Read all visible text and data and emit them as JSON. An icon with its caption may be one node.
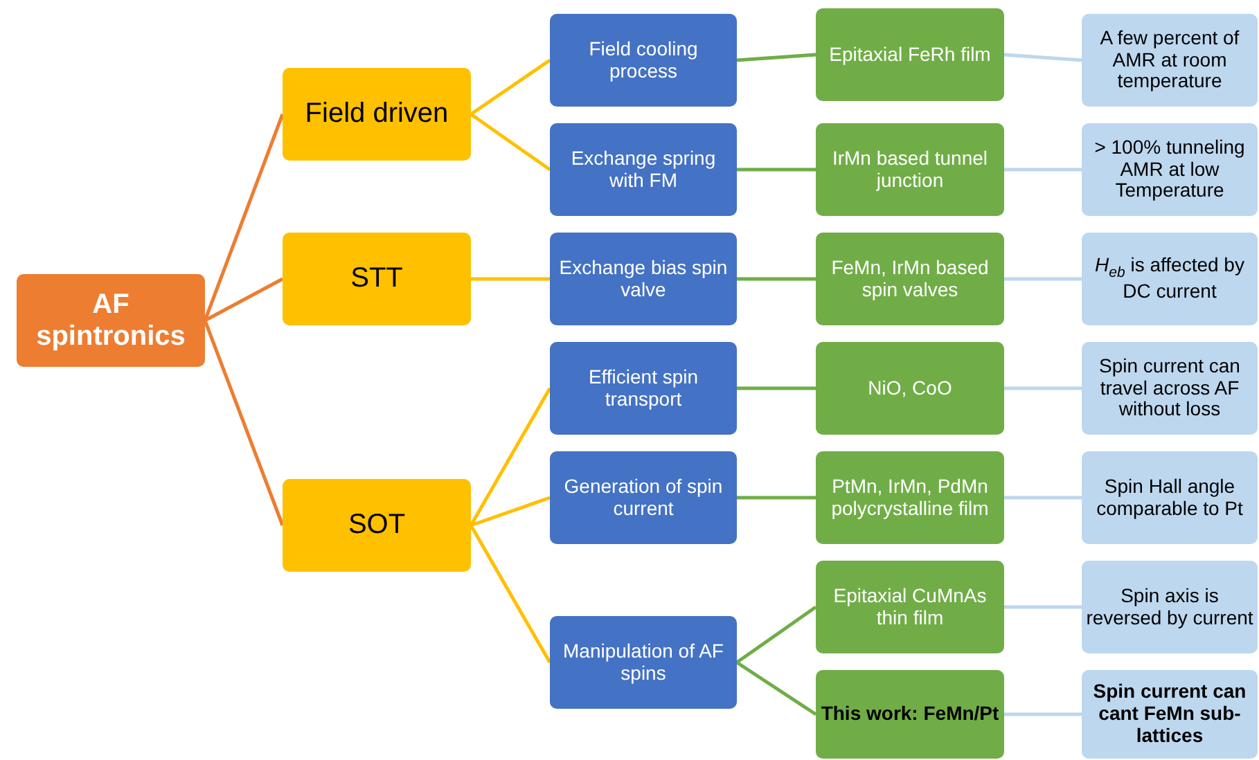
{
  "diagram": {
    "nodes": [
      {
        "text": [
          "AF spintronics"
        ]
      },
      {
        "text": [
          "Field driven"
        ]
      },
      {
        "text": [
          "STT"
        ]
      },
      {
        "text": [
          "SOT"
        ]
      },
      {
        "text": [
          "Field cooling process"
        ]
      },
      {
        "text": [
          "Exchange spring with FM"
        ]
      },
      {
        "text": [
          "Exchange bias spin valve"
        ]
      },
      {
        "text": [
          "Efficient spin transport"
        ]
      },
      {
        "text": [
          "Generation of spin current"
        ]
      },
      {
        "text": [
          "Manipulation of AF spins"
        ]
      },
      {
        "text": [
          "Epitaxial FeRh film"
        ]
      },
      {
        "text": [
          "IrMn based tunnel junction"
        ]
      },
      {
        "text": [
          "FeMn, IrMn based spin valves"
        ]
      },
      {
        "text": [
          "NiO, CoO"
        ]
      },
      {
        "text": [
          "PtMn, IrMn, PdMn polycrystalline film"
        ]
      },
      {
        "text": [
          "Epitaxial CuMnAs thin film"
        ]
      },
      {
        "text": [
          "This work: FeMn/Pt"
        ]
      },
      {
        "text": [
          "A few percent of AMR at room temperature"
        ]
      },
      {
        "text": [
          "> 100% tunneling AMR at low Temperature"
        ]
      },
      {
        "text": [
          "*H*$_{eb}$ is affected by DC current"
        ]
      },
      {
        "text": [
          "Spin current can travel across AF without loss"
        ]
      },
      {
        "text": [
          "Spin Hall angle comparable to Pt"
        ]
      },
      {
        "text": [
          "Spin axis is reversed by current"
        ]
      },
      {
        "text": [
          "Spin current can cant FeMn sub-lattices"
        ]
      }
    ],
    "edges": [
      {
        "from": 0,
        "to": 1,
        "arrow": "none",
        "color": "#ed7d31"
      },
      {
        "from": 0,
        "to": 2,
        "arrow": "none",
        "color": "#ed7d31"
      },
      {
        "from": 0,
        "to": 3,
        "arrow": "none",
        "color": "#ed7d31"
      },
      {
        "from": 1,
        "to": 4,
        "arrow": "none",
        "color": "#ffc000"
      },
      {
        "from": 1,
        "to": 5,
        "arrow": "none",
        "color": "#ffc000"
      },
      {
        "from": 2,
        "to": 6,
        "arrow": "none",
        "color": "#ffc000"
      },
      {
        "from": 3,
        "to": 7,
        "arrow": "none",
        "color": "#ffc000"
      },
      {
        "from": 3,
        "to": 8,
        "arrow": "none",
        "color": "#ffc000"
      },
      {
        "from": 3,
        "to": 9,
        "arrow": "none",
        "color": "#ffc000"
      },
      {
        "from": 4,
        "to": 10,
        "arrow": "none",
        "color": "#70ad47"
      },
      {
        "from": 5,
        "to": 11,
        "arrow": "none",
        "color": "#70ad47"
      },
      {
        "from": 6,
        "to": 12,
        "arrow": "none",
        "color": "#70ad47"
      },
      {
        "from": 7,
        "to": 13,
        "arrow": "none",
        "color": "#70ad47"
      },
      {
        "from": 8,
        "to": 14,
        "arrow": "none",
        "color": "#70ad47"
      },
      {
        "from": 9,
        "to": 15,
        "arrow": "none",
        "color": "#70ad47"
      },
      {
        "from": 9,
        "to": 16,
        "arrow": "none",
        "color": "#70ad47"
      },
      {
        "from": 10,
        "to": 17,
        "arrow": "none",
        "color": "#bdd7ee"
      },
      {
        "from": 11,
        "to": 18,
        "arrow": "none",
        "color": "#bdd7ee"
      },
      {
        "from": 12,
        "to": 19,
        "arrow": "none",
        "color": "#bdd7ee"
      },
      {
        "from": 13,
        "to": 20,
        "arrow": "none",
        "color": "#bdd7ee"
      },
      {
        "from": 14,
        "to": 21,
        "arrow": "none",
        "color": "#bdd7ee"
      },
      {
        "from": 15,
        "to": 22,
        "arrow": "none",
        "color": "#bdd7ee"
      },
      {
        "from": 16,
        "to": 23,
        "arrow": "none",
        "color": "#bdd7ee"
      }
    ]
  }
}
